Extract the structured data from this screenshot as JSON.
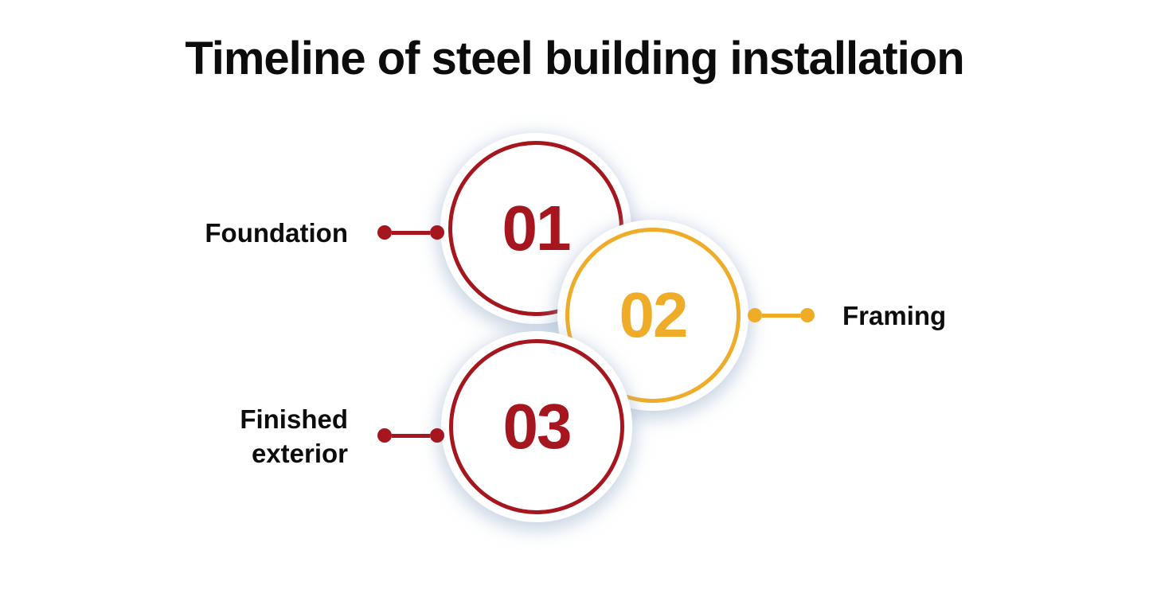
{
  "title": "Timeline of steel building installation",
  "palette": {
    "red": "#A6161F",
    "yellow": "#EFAC28",
    "label_text": "#0D0D0D",
    "background": "#FFFFFF",
    "circle_shadow": "#93ABCA"
  },
  "steps": [
    {
      "number": "01",
      "label": "Foundation",
      "color": "#A6161F",
      "label_side": "left"
    },
    {
      "number": "02",
      "label": "Framing",
      "color": "#EFAC28",
      "label_side": "right"
    },
    {
      "number": "03",
      "label": "Finished exterior",
      "color": "#A6161F",
      "label_side": "left"
    }
  ]
}
